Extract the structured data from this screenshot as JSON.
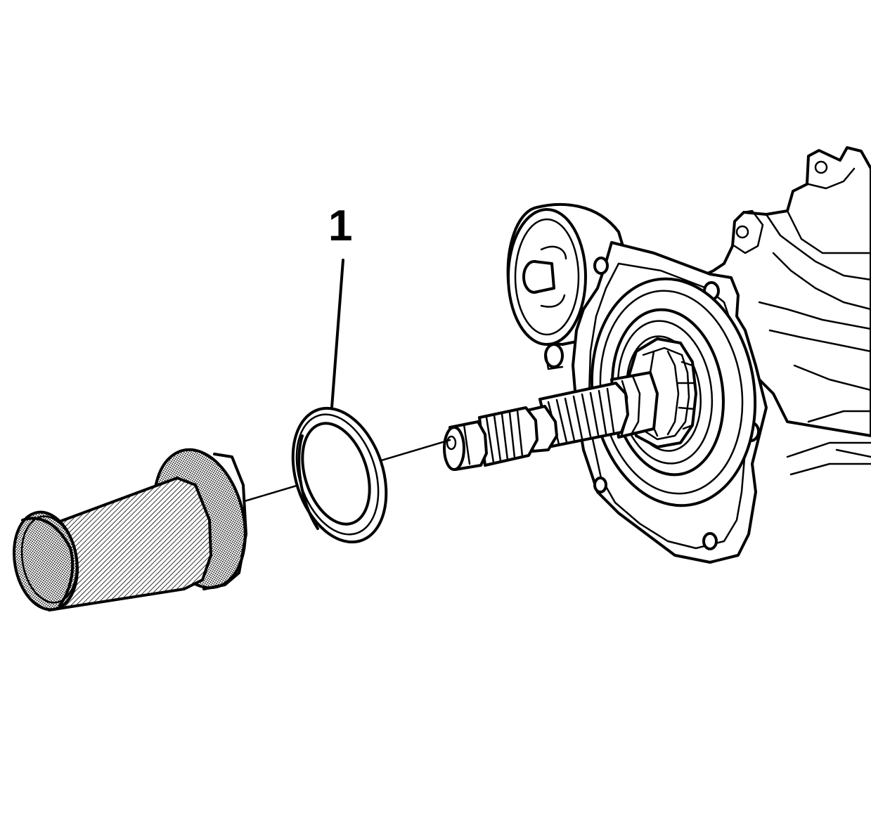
{
  "diagram": {
    "callouts": [
      {
        "id": "1",
        "label": "1",
        "target": "seal"
      }
    ],
    "colors": {
      "line": "#000000",
      "background": "#ffffff",
      "hatch": "#000000"
    }
  }
}
